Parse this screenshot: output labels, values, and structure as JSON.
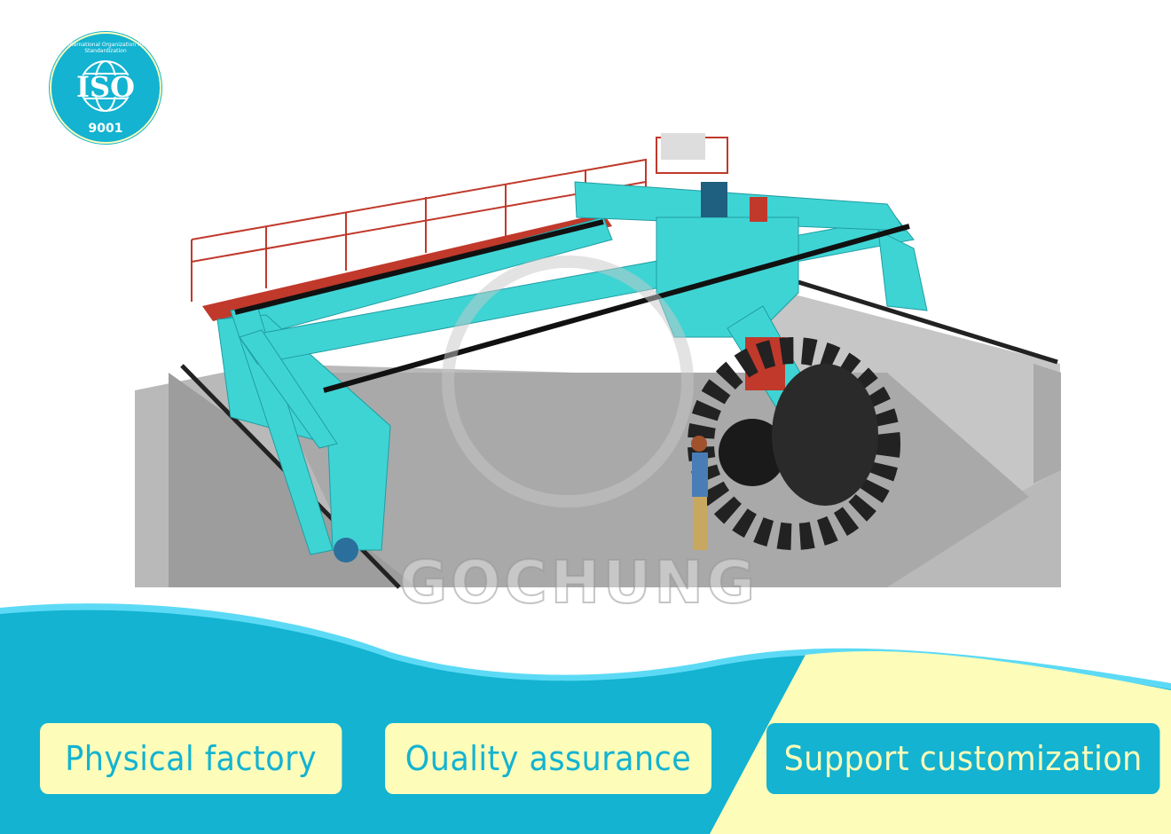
{
  "badge": {
    "title": "ISO",
    "ring_text": "International Organization for Standardization",
    "number": "9001"
  },
  "product_image": {
    "watermark": "GOCHUNG"
  },
  "features": [
    {
      "label": "Physical factory"
    },
    {
      "label": "Ouality assurance"
    },
    {
      "label": "Support customization"
    }
  ],
  "colors": {
    "primary": "#13b3d1",
    "accent": "#fdfcb9",
    "wave_edge": "#5cdaf5",
    "machine": "#3fd4d4",
    "rail": "#c0392b"
  }
}
